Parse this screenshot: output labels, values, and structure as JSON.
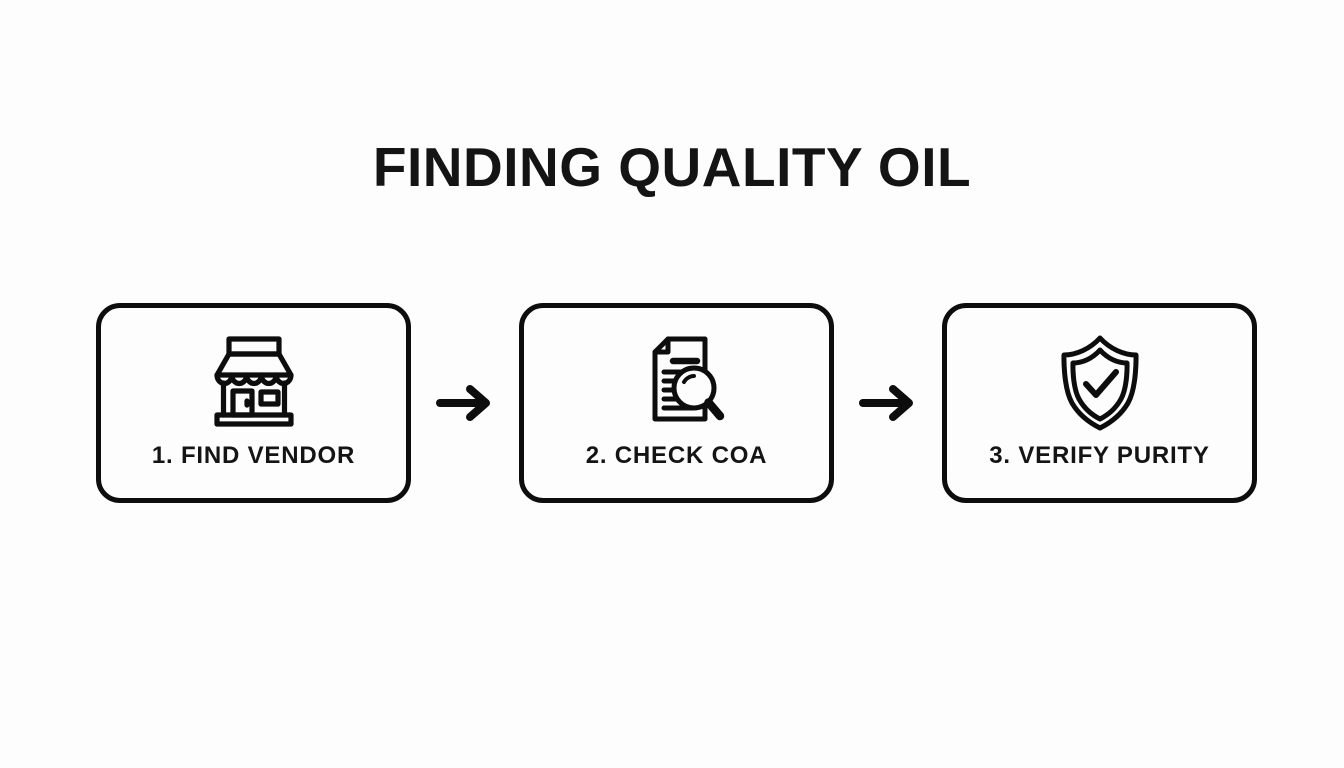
{
  "page": {
    "background_color": "#fdfdfd",
    "ink_color": "#0d0d0d",
    "title": "FINDING QUALITY OIL"
  },
  "flow": {
    "steps": [
      {
        "label": "1. FIND VENDOR",
        "icon": "storefront-icon",
        "step_number": "1"
      },
      {
        "label": "2. CHECK COA",
        "icon": "document-magnifier-icon",
        "step_number": "2"
      },
      {
        "label": "3. VERIFY PURITY",
        "icon": "shield-check-icon",
        "step_number": "3"
      }
    ],
    "connectors": [
      {
        "icon": "arrow-right-icon"
      },
      {
        "icon": "arrow-right-icon"
      }
    ]
  }
}
